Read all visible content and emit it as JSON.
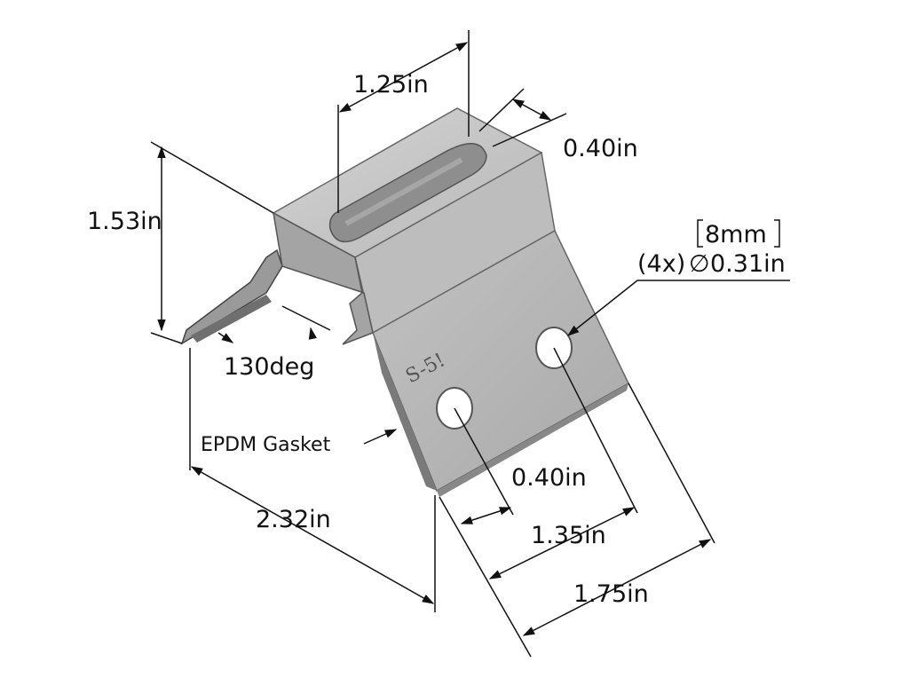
{
  "dimensions": {
    "top_width": "1.25in",
    "slot_width": "0.40in",
    "height": "1.53in",
    "hole_metric": "8mm",
    "hole_count": "(4x)",
    "hole_symbol": "∅",
    "hole_diameter": "0.31in",
    "angle": "130deg",
    "gasket_label": "EPDM Gasket",
    "depth": "2.32in",
    "hole_edge_offset": "0.40in",
    "hole_spacing": "1.35in",
    "base_width": "1.75in"
  },
  "logo_text": "S-5!",
  "colors": {
    "part_light": "#c9c9c9",
    "part_mid": "#adadad",
    "part_dark": "#7d7d7d",
    "line": "#111111"
  }
}
